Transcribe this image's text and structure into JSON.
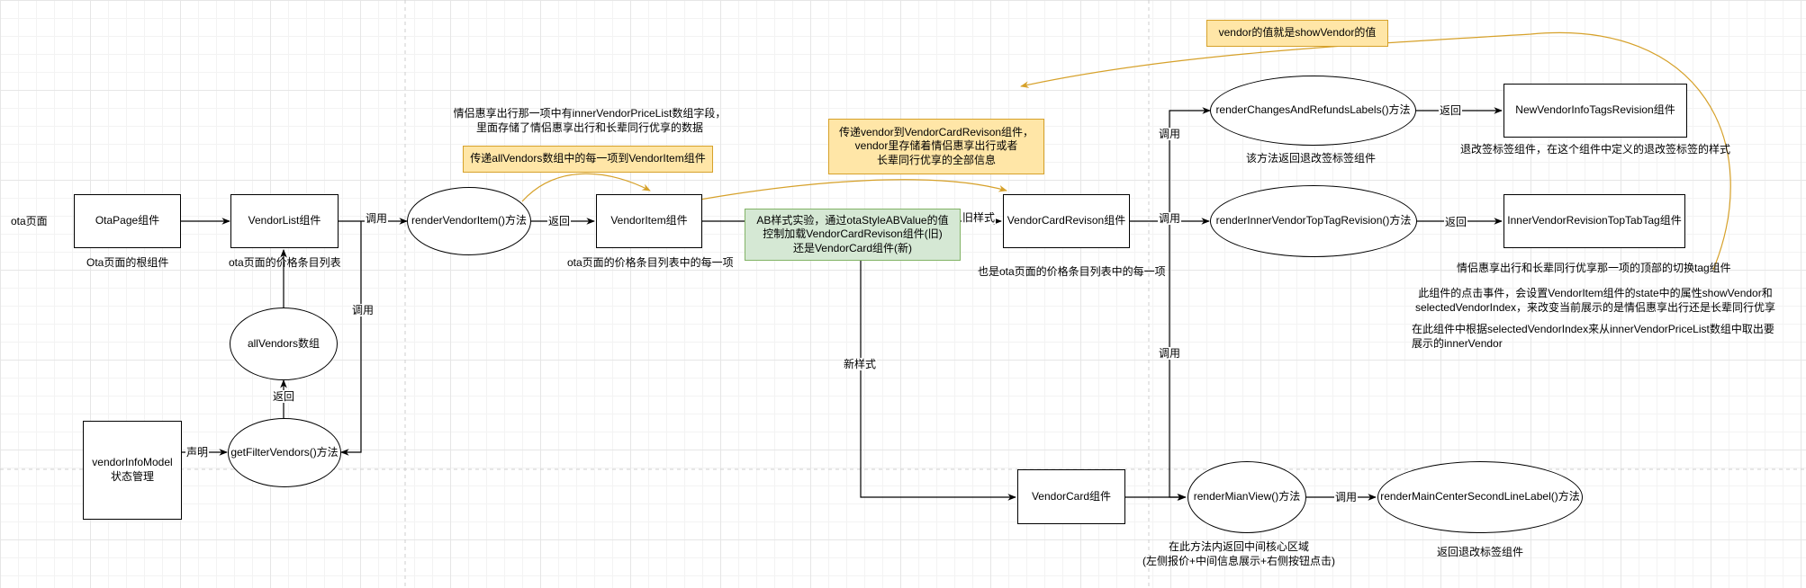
{
  "nodes": {
    "ota_page_label": "ota页面",
    "ota_page": "OtaPage组件",
    "vendor_list": "VendorList组件",
    "render_vendor_item": "renderVendorItem()方法",
    "vendor_item": "VendorItem组件",
    "vendor_card_revison": "VendorCardRevison组件",
    "render_changes_refunds": "renderChangesAndRefundsLabels()方法",
    "new_vendor_info_tags": "NewVendorInfoTagsRevision组件",
    "render_inner_vendor_top_tag": "renderInnerVendorTopTagRevision()方法",
    "inner_vendor_revision_top_tab_tag": "InnerVendorRevisionTopTabTag组件",
    "all_vendors": "allVendors数组",
    "get_filter_vendors": "getFilterVendors()方法",
    "vendor_info_model": "vendorInfoModel状态管理",
    "vendor_card": "VendorCard组件",
    "render_mian_view": "renderMianView()方法",
    "render_main_center_second_line": "renderMainCenterSecondLineLabel()方法"
  },
  "notes": {
    "vendor_is_show_vendor": "vendor的值就是showVendor的值",
    "pass_all_vendors": "传递allVendors数组中的每一项到VendorItem组件",
    "pass_vendor": [
      "传递vendor到VendorCardRevison组件，",
      "vendor里存储着情侣惠享出行或者",
      "长辈同行优享的全部信息"
    ],
    "ab_test": [
      "AB样式实验，通过otaStyleABValue的值",
      "控制加载VendorCardRevison组件(旧)",
      "还是VendorCard组件(新)"
    ]
  },
  "captions": {
    "ota_root": "Ota页面的根组件",
    "price_list": "ota页面的价格条目列表",
    "inner_vendor_price_list": [
      "情侣惠享出行那一项中有innerVendorPriceList数组字段，",
      "里面存储了情侣惠享出行和长辈同行优享的数据"
    ],
    "price_list_item": "ota页面的价格条目列表中的每一项",
    "also_price_list_item": "也是ota页面的价格条目列表中的每一项",
    "returns_refund_tags": "该方法返回退改签标签组件",
    "refund_tag_component": "退改签标签组件，在这个组件中定义的退改签标签的样式",
    "top_switch_tag": "情侣惠享出行和长辈同行优享那一项的顶部的切换tag组件",
    "click_event": [
      "此组件的点击事件，会设置VendorItem组件的state中的属性showVendor和",
      "selectedVendorIndex，来改变当前展示的是情侣惠享出行还是长辈同行优享"
    ],
    "select_inner_vendor": [
      "在此组件中根据selectedVendorIndex来从innerVendorPriceList数组中取出要",
      "展示的innerVendor"
    ],
    "core_area": [
      "在此方法内返回中间核心区域",
      "(左侧报价+中间信息展示+右侧按钮点击)"
    ],
    "return_refund_label": "返回退改标签组件"
  },
  "edges": {
    "call": "调用",
    "return": "返回",
    "declare": "声明",
    "old_style": "旧样式",
    "new_style": "新样式"
  },
  "colors": {
    "edge": "#000000",
    "orange_edge": "#d6a12a",
    "yellow_note": "#ffe6a7",
    "green_note": "#d5e8d4"
  }
}
